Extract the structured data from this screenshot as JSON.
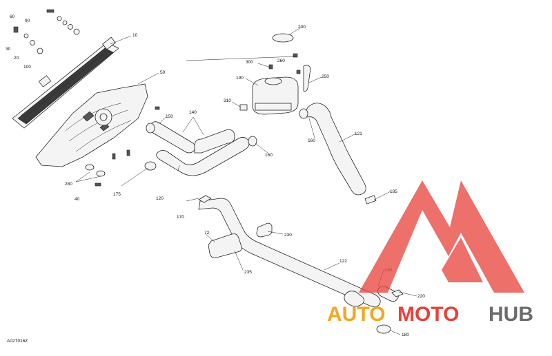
{
  "diagram_code": "A02T016Z",
  "callouts": {
    "c10": "10",
    "c20": "20",
    "c30": "30",
    "c40": "40",
    "c50": "50",
    "c60": "60",
    "c72": "72",
    "c90": "90",
    "c100": "100",
    "c120": "120",
    "c121": "121",
    "c122": "122",
    "c140": "140",
    "c150": "150",
    "c160a": "160",
    "c160b": "160",
    "c170": "170",
    "c175": "175",
    "c180": "180",
    "c185": "185",
    "c190": "190",
    "c200": "200",
    "c210": "210",
    "c220": "220",
    "c230": "230",
    "c235": "235",
    "c250": "250",
    "c260": "260",
    "c280": "280",
    "c300": "300",
    "c310": "310"
  },
  "watermark": {
    "word_auto": "AUTO",
    "word_moto": "MOTO",
    "word_hub": "HUB",
    "color_red": "#e8413a",
    "color_orange": "#f5a623",
    "color_grey": "#6b6b6b"
  }
}
